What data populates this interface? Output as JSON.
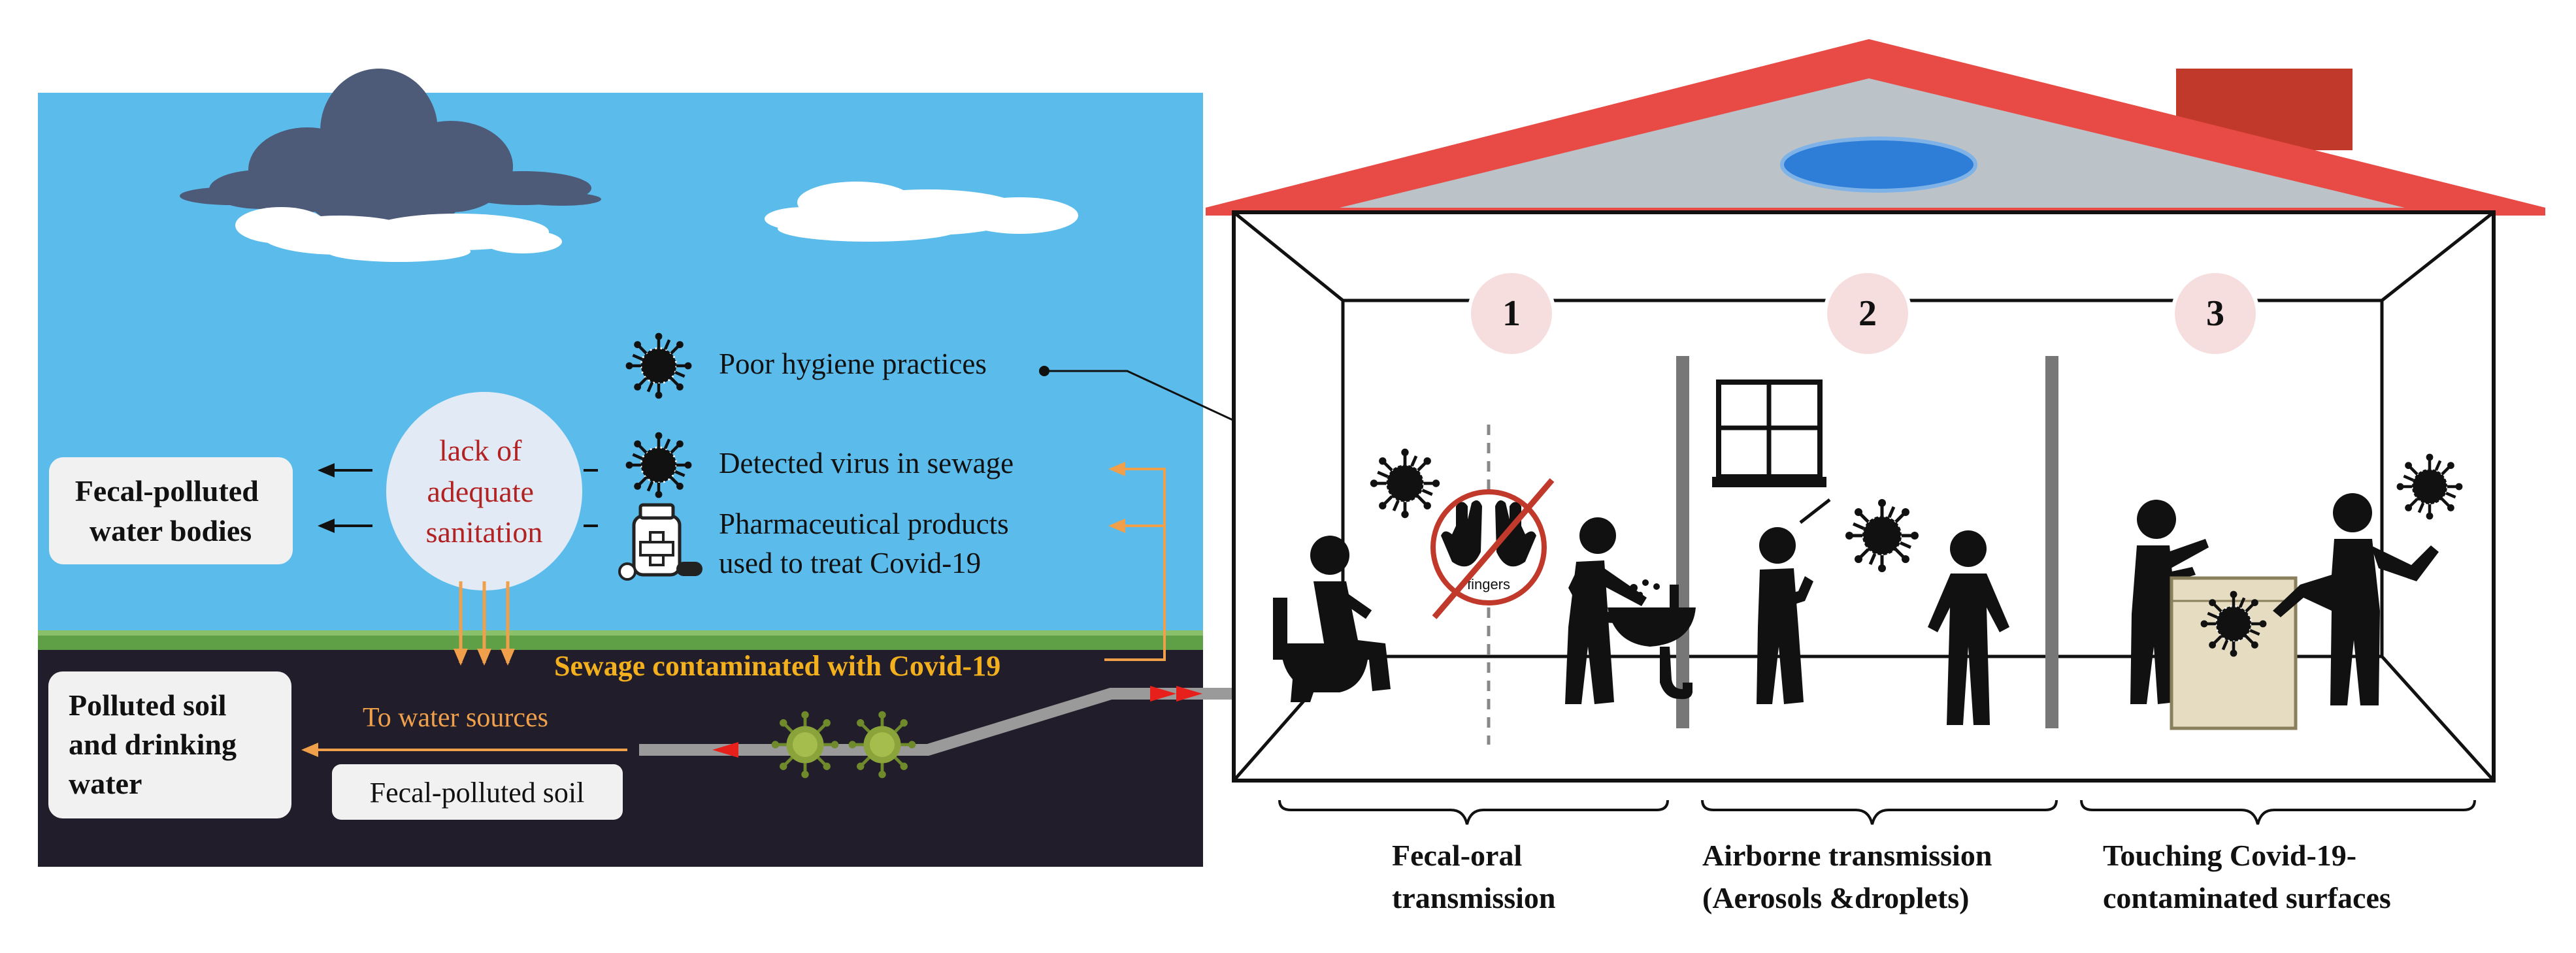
{
  "left_panel": {
    "sanitation": [
      "lack of",
      "adequate",
      "sanitation"
    ],
    "sources": [
      {
        "icon": "virus-icon",
        "text": "Poor hygiene practices"
      },
      {
        "icon": "virus-icon",
        "text": "Detected virus in sewage"
      },
      {
        "icon": "medicine-bottle-icon",
        "text": "Pharmaceutical products",
        "text2": "used to treat Covid-19"
      }
    ],
    "water_bodies": [
      "Fecal-polluted",
      "water bodies"
    ],
    "sewage_label": "Sewage contaminated with Covid-19",
    "to_water_sources": "To water sources",
    "fecal_soil": "Fecal-polluted soil",
    "polluted_soil": [
      "Polluted soil",
      "and drinking",
      "water"
    ]
  },
  "house": {
    "rooms": [
      {
        "number": "1",
        "caption": [
          "Fecal-oral",
          "transmission"
        ]
      },
      {
        "number": "2",
        "caption": [
          "Airborne transmission",
          "(Aerosols &droplets)"
        ]
      },
      {
        "number": "3",
        "caption": [
          "Touching Covid-19-",
          "contaminated surfaces"
        ]
      }
    ],
    "no_fingers_label": "fingers"
  },
  "colors": {
    "sky": "#5bbcec",
    "ground": "#221d2a",
    "grass": "#5fa047",
    "roof": "#e84b45",
    "attic": "#bcc3c8",
    "sewage_text": "#f2b01e",
    "orange_arrow": "#f0a04a",
    "red_arrow": "#e8201c",
    "sanitation_text": "#b22222",
    "number_circle": "#f7dede",
    "virus": "#111111",
    "green_virus": "#8aa33a"
  }
}
